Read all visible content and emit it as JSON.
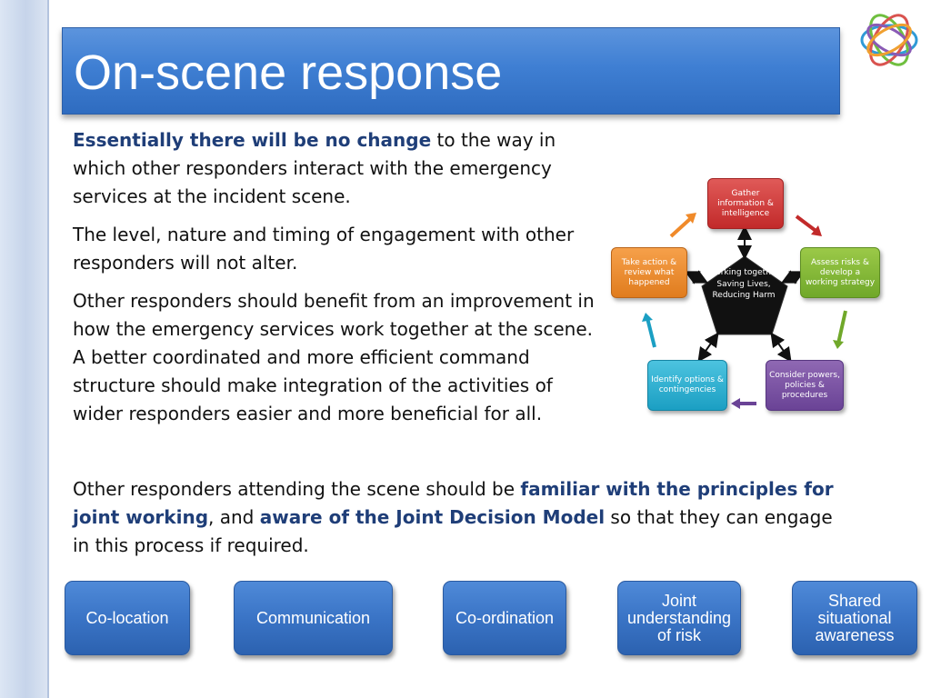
{
  "slide": {
    "title": "On-scene response"
  },
  "paragraphs": [
    {
      "bold": "Essentially there will be no change",
      "rest": " to the way in which other responders interact with the emergency services at the incident scene."
    },
    {
      "text": "The level, nature and timing of engagement with other responders will not alter."
    },
    {
      "text": "Other responders should benefit from an improvement in how the emergency services work together at the scene.  A better coordinated and more efficient command structure should make integration of the activities of wider responders easier and more beneficial for all."
    }
  ],
  "closing": {
    "part1": "Other responders attending the scene should be ",
    "bold1": "familiar with the principles for joint working",
    "part2": ", and ",
    "bold2": "aware of the Joint Decision Model",
    "part3": " so that they can engage in this process if required."
  },
  "diagram": {
    "center": "Working together Saving Lives, Reducing Harm",
    "nodes": [
      {
        "label": "Gather information & intelligence",
        "color": "#c22a2a"
      },
      {
        "label": "Assess risks & develop a working strategy",
        "color": "#70a82a"
      },
      {
        "label": "Consider powers, policies & procedures",
        "color": "#6a4396"
      },
      {
        "label": "Identify options & contingencies",
        "color": "#1b9fc3"
      },
      {
        "label": "Take action & review what happened",
        "color": "#e07c1e"
      }
    ]
  },
  "buttons": [
    {
      "label": "Co-location"
    },
    {
      "label": "Communication"
    },
    {
      "label": "Co-ordination"
    },
    {
      "label": "Joint\nunderstanding\nof risk"
    },
    {
      "label": "Shared\nsituational\nawareness"
    }
  ],
  "colors": {
    "title_band": "#3f7fd3",
    "highlight_text": "#1f3e78",
    "button": "#3a74c6"
  }
}
